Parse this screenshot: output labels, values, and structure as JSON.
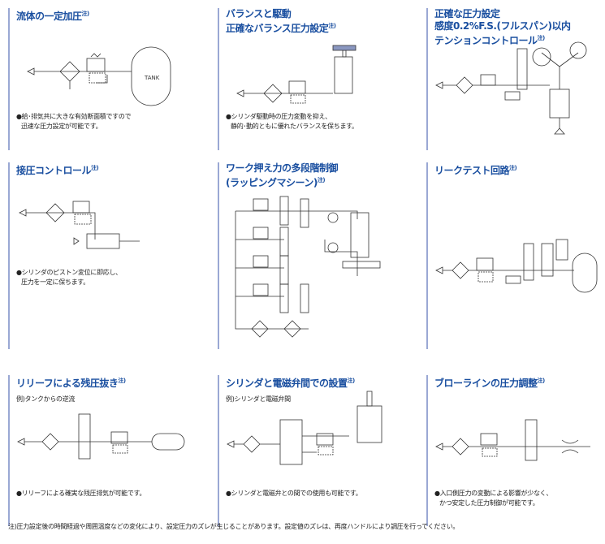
{
  "panels": [
    {
      "title": [
        "流体の一定加圧"
      ],
      "mark": "注)",
      "notes": [
        "●給･排気共に大きな有効断面積ですので",
        "迅速な圧力設定が可能です。"
      ],
      "tank": "TANK"
    },
    {
      "title": [
        "バランスと駆動",
        "正確なバランス圧力設定"
      ],
      "mark": "注)",
      "notes": [
        "●シリンダ駆動時の圧力変動を抑え、",
        "静的･動的ともに優れたバランスを保ちます。"
      ]
    },
    {
      "title": [
        "正確な圧力設定",
        "感度0.2%F.S.(フルスパン)以内",
        "テンションコントロール"
      ],
      "mark": "注)",
      "notes": []
    },
    {
      "title": [
        "接圧コントロール"
      ],
      "mark": "注)",
      "notes": [
        "●シリンダのピストン変位に即応し、",
        "圧力を一定に保ちます。"
      ]
    },
    {
      "title": [
        "ワーク押え力の多段階制御",
        "(ラッピングマシーン)"
      ],
      "mark": "注)",
      "notes": []
    },
    {
      "title": [
        "リークテスト回路"
      ],
      "mark": "注)",
      "notes": []
    },
    {
      "title": [
        "リリーフによる残圧抜き"
      ],
      "mark": "注)",
      "sub": "例)タンクからの逆流",
      "notes": [
        "●リリーフによる確実な残圧排気が可能です。"
      ]
    },
    {
      "title": [
        "シリンダと電磁弁間での設置"
      ],
      "mark": "注)",
      "sub": "例)シリンダと電磁弁間",
      "notes": [
        "●シリンダと電磁弁との間での使用も可能です。"
      ]
    },
    {
      "title": [
        "ブローラインの圧力調整"
      ],
      "mark": "注)",
      "notes": [
        "●入口側圧力の変動による影響が少なく、",
        "かつ安定した圧力制御が可能です。"
      ]
    }
  ],
  "footer": "注)圧力設定後の時間経過や周囲温度などの変化により、設定圧力のズレが生じることがあります。設定値のズレは、再度ハンドルにより調圧を行ってください。"
}
